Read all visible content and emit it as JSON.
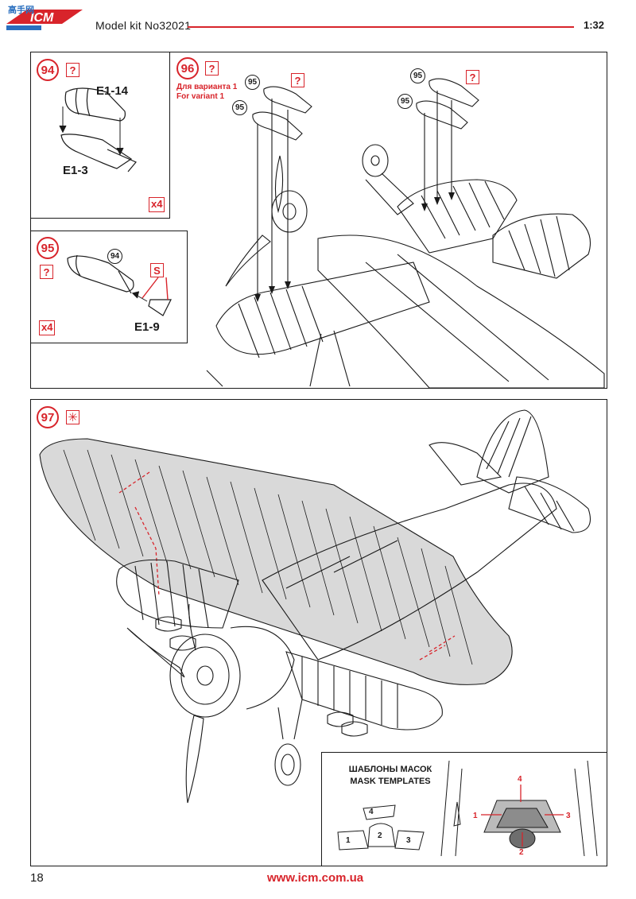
{
  "header": {
    "logo_text": "ICM",
    "logo_watermark": "高手网",
    "model_kit": "Model kit No32021",
    "scale": "1:32"
  },
  "steps": {
    "s94": {
      "number": "94",
      "parts": [
        "E1-14",
        "E1-3"
      ],
      "quantity": "x4",
      "note_symbol": "?"
    },
    "s95": {
      "number": "95",
      "ref": "94",
      "parts": [
        "E1-9"
      ],
      "glue_symbol": "S",
      "quantity": "x4",
      "note_symbol": "?"
    },
    "s96": {
      "number": "96",
      "note_symbol": "?",
      "variant_ru": "Для варианта 1",
      "variant_en": "For variant 1",
      "ref": "95"
    },
    "s97": {
      "number": "97",
      "symbol": "✳"
    }
  },
  "masks": {
    "title_ru": "ШАБЛОНЫ МАСОК",
    "title_en": "MASK TEMPLATES",
    "numbers": [
      "1",
      "2",
      "3",
      "4"
    ]
  },
  "footer": {
    "page": "18",
    "url": "www.icm.com.ua"
  },
  "colors": {
    "accent": "#d8242b",
    "line": "#1a1a1a",
    "wing_fill": "#d9d9d9"
  }
}
